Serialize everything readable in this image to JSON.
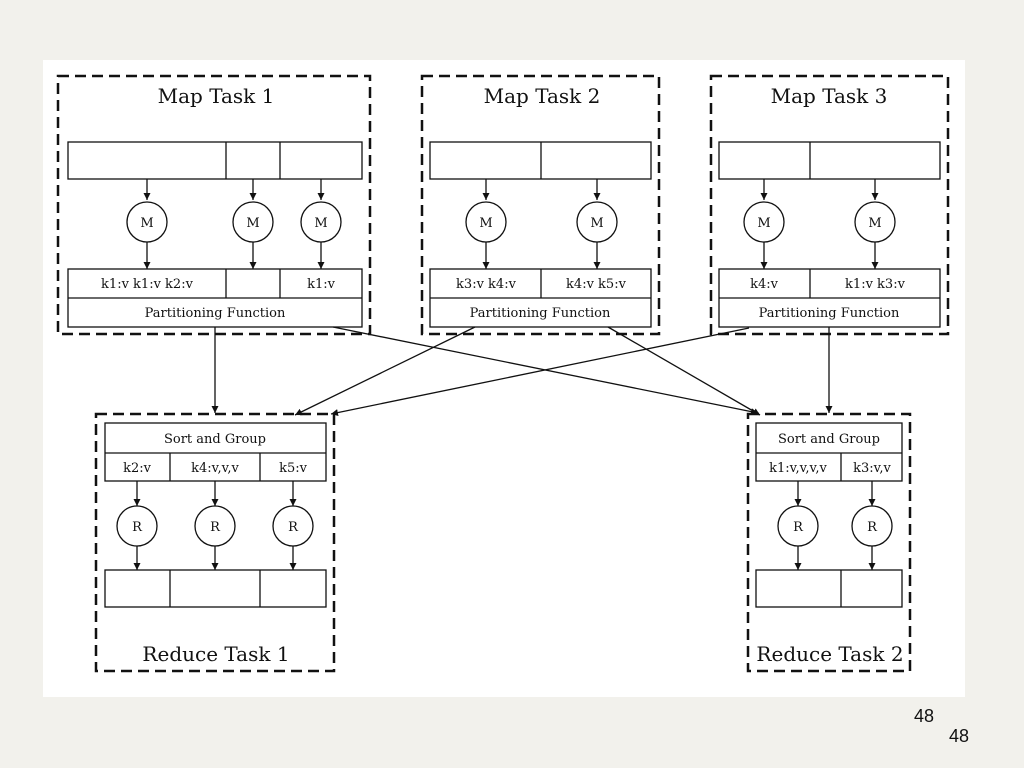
{
  "map_tasks": [
    {
      "title": "Map Task 1",
      "mapper_label": "M",
      "output_cells": [
        "k1:v k1:v k2:v",
        "",
        "k1:v"
      ],
      "partition_label": "Partitioning Function"
    },
    {
      "title": "Map Task 2",
      "mapper_label": "M",
      "output_cells": [
        "k3:v k4:v",
        "k4:v k5:v"
      ],
      "partition_label": "Partitioning Function"
    },
    {
      "title": "Map Task 3",
      "mapper_label": "M",
      "output_cells": [
        "k4:v",
        "k1:v k3:v"
      ],
      "partition_label": "Partitioning Function"
    }
  ],
  "reduce_tasks": [
    {
      "title": "Reduce Task 1",
      "sort_label": "Sort and Group",
      "group_cells": [
        "k2:v",
        "k4:v,v,v",
        "k5:v"
      ],
      "reducer_label": "R"
    },
    {
      "title": "Reduce Task 2",
      "sort_label": "Sort and Group",
      "group_cells": [
        "k1:v,v,v,v",
        "k3:v,v"
      ],
      "reducer_label": "R"
    }
  ],
  "slide_number_inner": "48",
  "slide_number_outer": "48"
}
